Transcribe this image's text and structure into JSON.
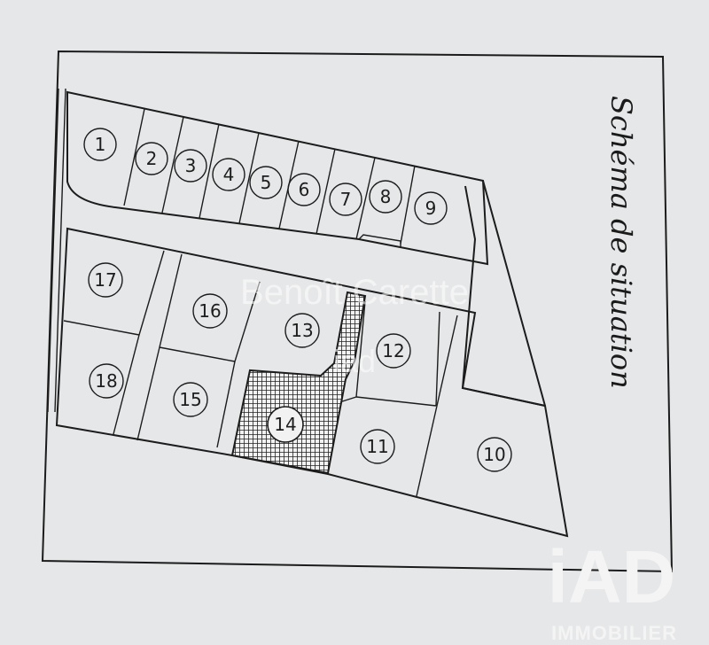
{
  "diagram": {
    "title": "Schéma de situation",
    "lots": [
      "1",
      "2",
      "3",
      "4",
      "5",
      "6",
      "7",
      "8",
      "9",
      "10",
      "11",
      "12",
      "13",
      "14",
      "15",
      "16",
      "17",
      "18"
    ],
    "highlighted_lot": "14"
  },
  "watermark": {
    "name": "Benoît Carette",
    "agency": "iad"
  },
  "brand": {
    "logo": "iAD",
    "subtitle": "IMMOBILIER"
  },
  "colors": {
    "paper": "#e6e7e8",
    "ink": "#1c1c1c",
    "hatch": "#222222"
  }
}
